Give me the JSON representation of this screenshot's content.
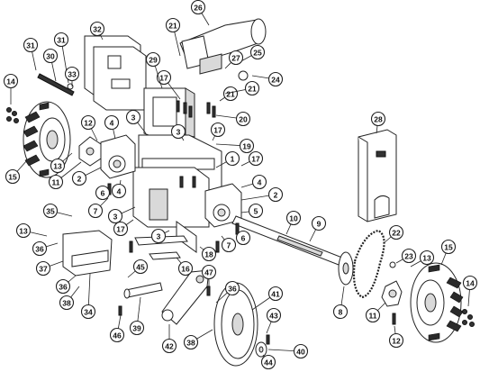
{
  "callouts": [
    "1",
    "2",
    "2",
    "3",
    "3",
    "3",
    "3",
    "4",
    "4",
    "4",
    "5",
    "6",
    "6",
    "7",
    "7",
    "8",
    "9",
    "10",
    "11",
    "11",
    "12",
    "12",
    "13",
    "13",
    "13",
    "14",
    "14",
    "15",
    "15",
    "16",
    "17",
    "17",
    "17",
    "17",
    "18",
    "19",
    "20",
    "21",
    "21",
    "21",
    "22",
    "23",
    "24",
    "25",
    "26",
    "27",
    "28",
    "29",
    "30",
    "31",
    "31",
    "32",
    "33",
    "34",
    "35",
    "36",
    "36",
    "36",
    "37",
    "38",
    "38",
    "39",
    "40",
    "41",
    "42",
    "43",
    "44",
    "45",
    "46",
    "47"
  ],
  "colors": {
    "line": "#222222",
    "fill": "#ffffff",
    "shade": "#d9d9d9",
    "dark": "#2a2a2a"
  }
}
